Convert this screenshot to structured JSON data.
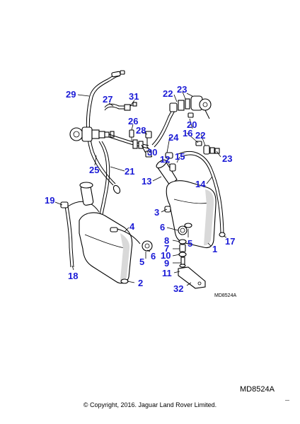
{
  "diagram": {
    "drawing_code": "MD8524A",
    "callouts": [
      "1",
      "2",
      "3",
      "4",
      "5",
      "5",
      "6",
      "6",
      "7",
      "8",
      "9",
      "10",
      "11",
      "12",
      "13",
      "14",
      "15",
      "16",
      "17",
      "18",
      "19",
      "20",
      "21",
      "22",
      "22",
      "23",
      "23",
      "24",
      "25",
      "26",
      "27",
      "28",
      "29",
      "30",
      "31",
      "32"
    ]
  },
  "footer": {
    "reference_code": "MD8524A",
    "copyright": "© Copyright, 2016. Jaguar Land Rover Limited."
  }
}
